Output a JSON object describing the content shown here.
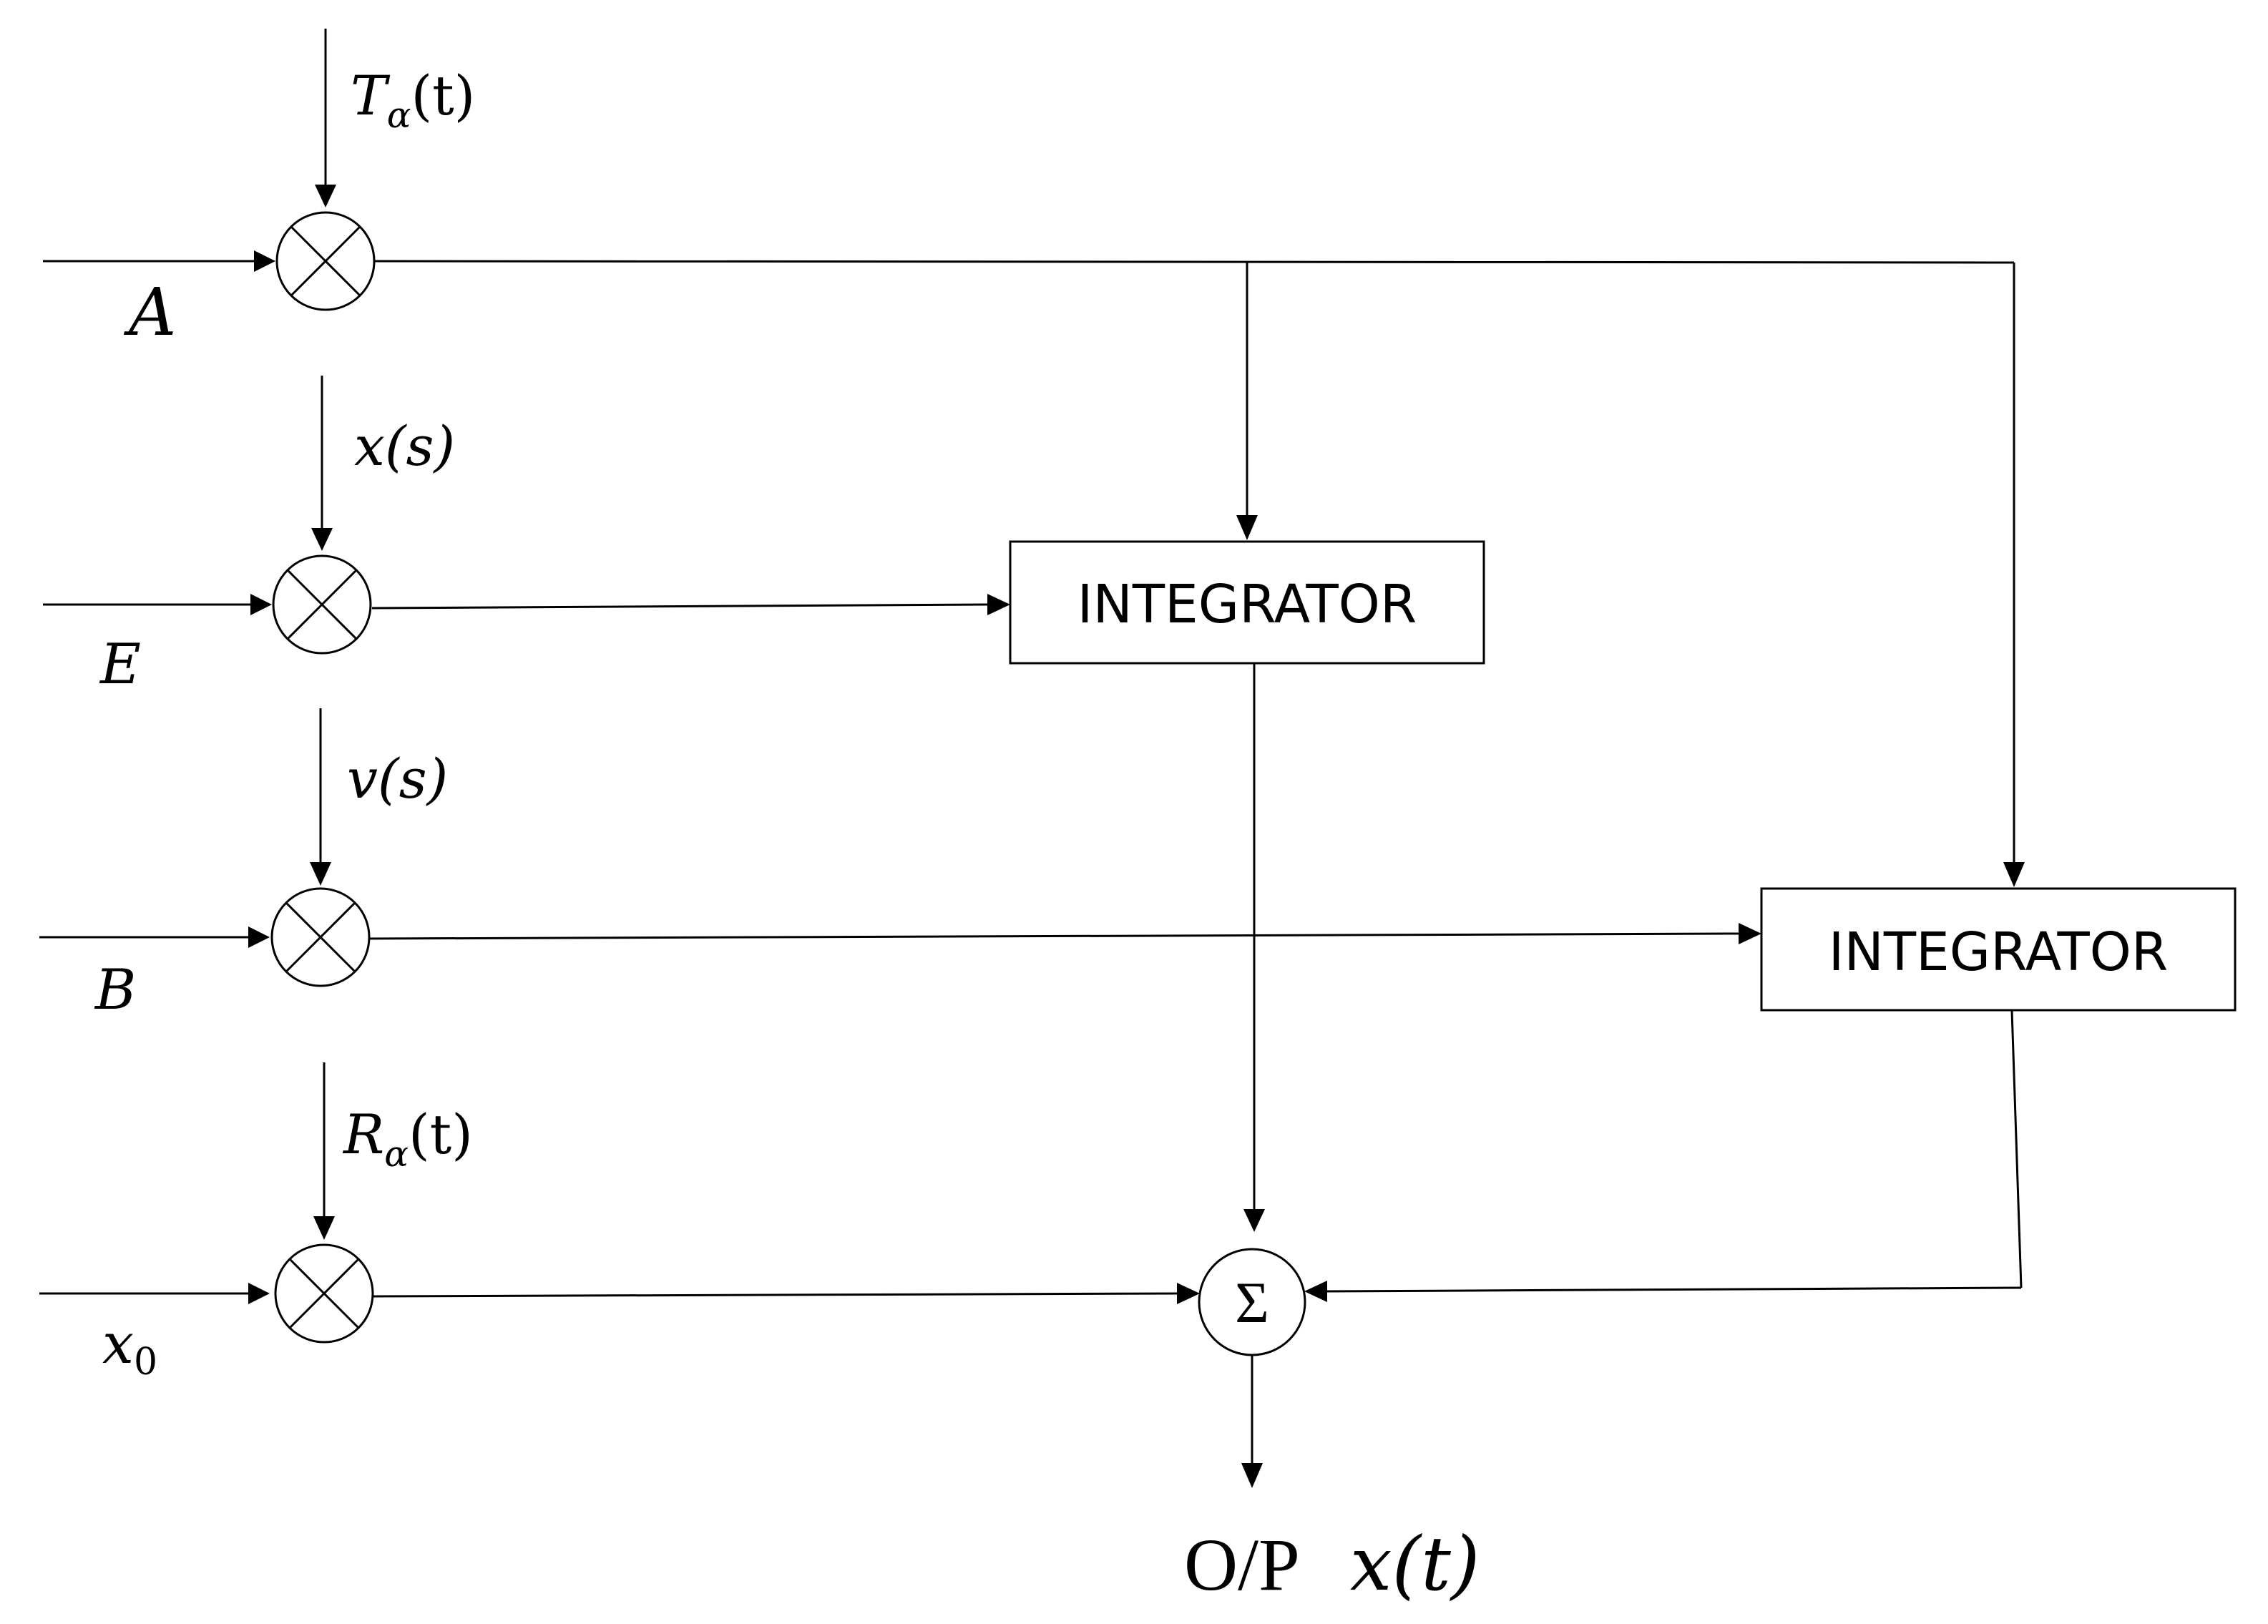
{
  "inputs": {
    "A": "A",
    "E": "E",
    "B": "B",
    "x0_base": "x",
    "x0_sub": "0"
  },
  "modulators": {
    "T": {
      "sym": "T",
      "sub": "α",
      "arg": "(t)"
    },
    "x_s": "x(s)",
    "v_s": "v(s)",
    "R": {
      "sym": "R",
      "sub": "α",
      "arg": "(t)"
    }
  },
  "blocks": {
    "integrator_1": "INTEGRATOR",
    "integrator_2": "INTEGRATOR",
    "summer": "Σ"
  },
  "output": {
    "prefix": "O/P",
    "signal": "x(t)"
  }
}
